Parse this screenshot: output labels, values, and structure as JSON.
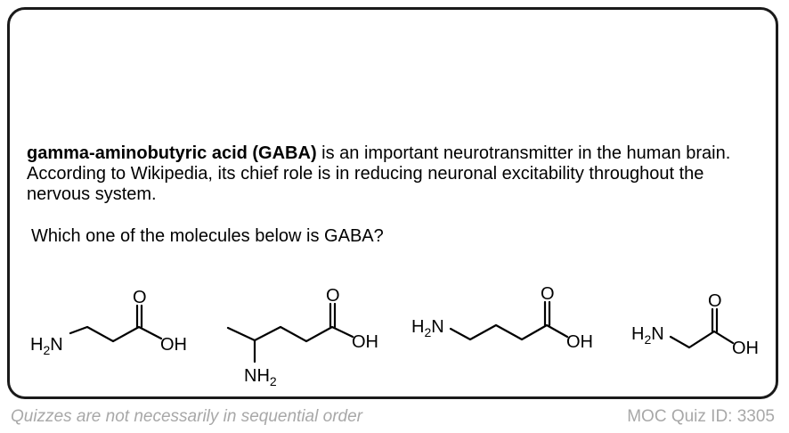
{
  "intro": {
    "bold_term": "gamma-aminobutyric acid (GABA)",
    "text": " is an important neurotransmitter in the human brain. According to Wikipedia, its chief role is in reducing neuronal excitability throughout the nervous system."
  },
  "question": "Which one of the molecules below is GABA?",
  "molecules": [
    {
      "amine_label": "H",
      "amine_sub": "2",
      "amine_n": "N",
      "carbonyl_o": "O",
      "hydroxyl": "OH"
    },
    {
      "amine_label": "NH",
      "amine_sub": "2",
      "carbonyl_o": "O",
      "hydroxyl": "OH"
    },
    {
      "amine_label": "H",
      "amine_sub": "2",
      "amine_n": "N",
      "carbonyl_o": "O",
      "hydroxyl": "OH"
    },
    {
      "amine_label": "H",
      "amine_sub": "2",
      "amine_n": "N",
      "carbonyl_o": "O",
      "hydroxyl": "OH"
    }
  ],
  "footer": {
    "left": "Quizzes are not necessarily in sequential order",
    "right": "MOC Quiz ID: 3305"
  }
}
